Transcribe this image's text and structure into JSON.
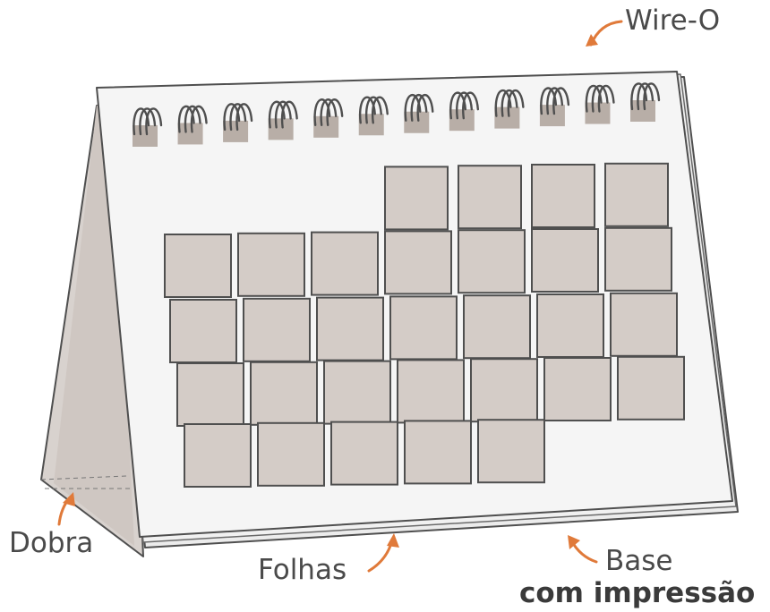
{
  "labels": {
    "wire": "Wire-O",
    "fold": "Dobra",
    "sheets": "Folhas",
    "base_line1": "Base",
    "base_line2": "com impressão"
  },
  "colors": {
    "accent_arrow": "#e07a3a",
    "outline": "#4f4f4f",
    "day_cell_fill": "#d4ccc7",
    "page_fill": "#f4f4f4",
    "stand_fill": "#d8d2ce",
    "hole_fill": "#b8aea7"
  },
  "calendar": {
    "rings": 12,
    "rows": [
      4,
      7,
      7,
      7,
      5
    ]
  }
}
